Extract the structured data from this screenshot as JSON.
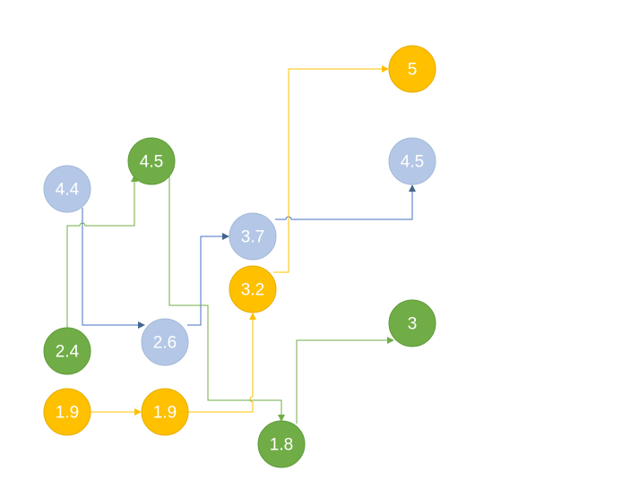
{
  "colors": {
    "green": "#70ad47",
    "blue": "#b4c7e7",
    "yellow": "#ffc000",
    "green_line": "#70ad47",
    "blue_line": "#4472c4",
    "yellow_line": "#ffc000"
  },
  "nodes": [
    {
      "id": "n-44",
      "label": "4.4",
      "color": "blue"
    },
    {
      "id": "n-45g",
      "label": "4.5",
      "color": "green"
    },
    {
      "id": "n-24",
      "label": "2.4",
      "color": "green"
    },
    {
      "id": "n-19a",
      "label": "1.9",
      "color": "yellow"
    },
    {
      "id": "n-26",
      "label": "2.6",
      "color": "blue"
    },
    {
      "id": "n-19b",
      "label": "1.9",
      "color": "yellow"
    },
    {
      "id": "n-37",
      "label": "3.7",
      "color": "blue"
    },
    {
      "id": "n-32",
      "label": "3.2",
      "color": "yellow"
    },
    {
      "id": "n-18",
      "label": "1.8",
      "color": "green"
    },
    {
      "id": "n-5",
      "label": "5",
      "color": "yellow"
    },
    {
      "id": "n-45b",
      "label": "4.5",
      "color": "blue"
    },
    {
      "id": "n-3",
      "label": "3",
      "color": "green"
    }
  ],
  "edges": [
    {
      "from": "n-24",
      "to": "n-45g",
      "color": "green_line"
    },
    {
      "from": "n-44",
      "to": "n-26",
      "color": "blue_line"
    },
    {
      "from": "n-26",
      "to": "n-37",
      "color": "blue_line"
    },
    {
      "from": "n-37",
      "to": "n-45b",
      "color": "blue_line"
    },
    {
      "from": "n-19a",
      "to": "n-19b",
      "color": "yellow_line"
    },
    {
      "from": "n-19b",
      "to": "n-32",
      "color": "yellow_line"
    },
    {
      "from": "n-32",
      "to": "n-5",
      "color": "yellow_line"
    },
    {
      "from": "n-45g",
      "to": "n-18",
      "color": "green_line"
    },
    {
      "from": "n-18",
      "to": "n-3",
      "color": "green_line"
    }
  ]
}
